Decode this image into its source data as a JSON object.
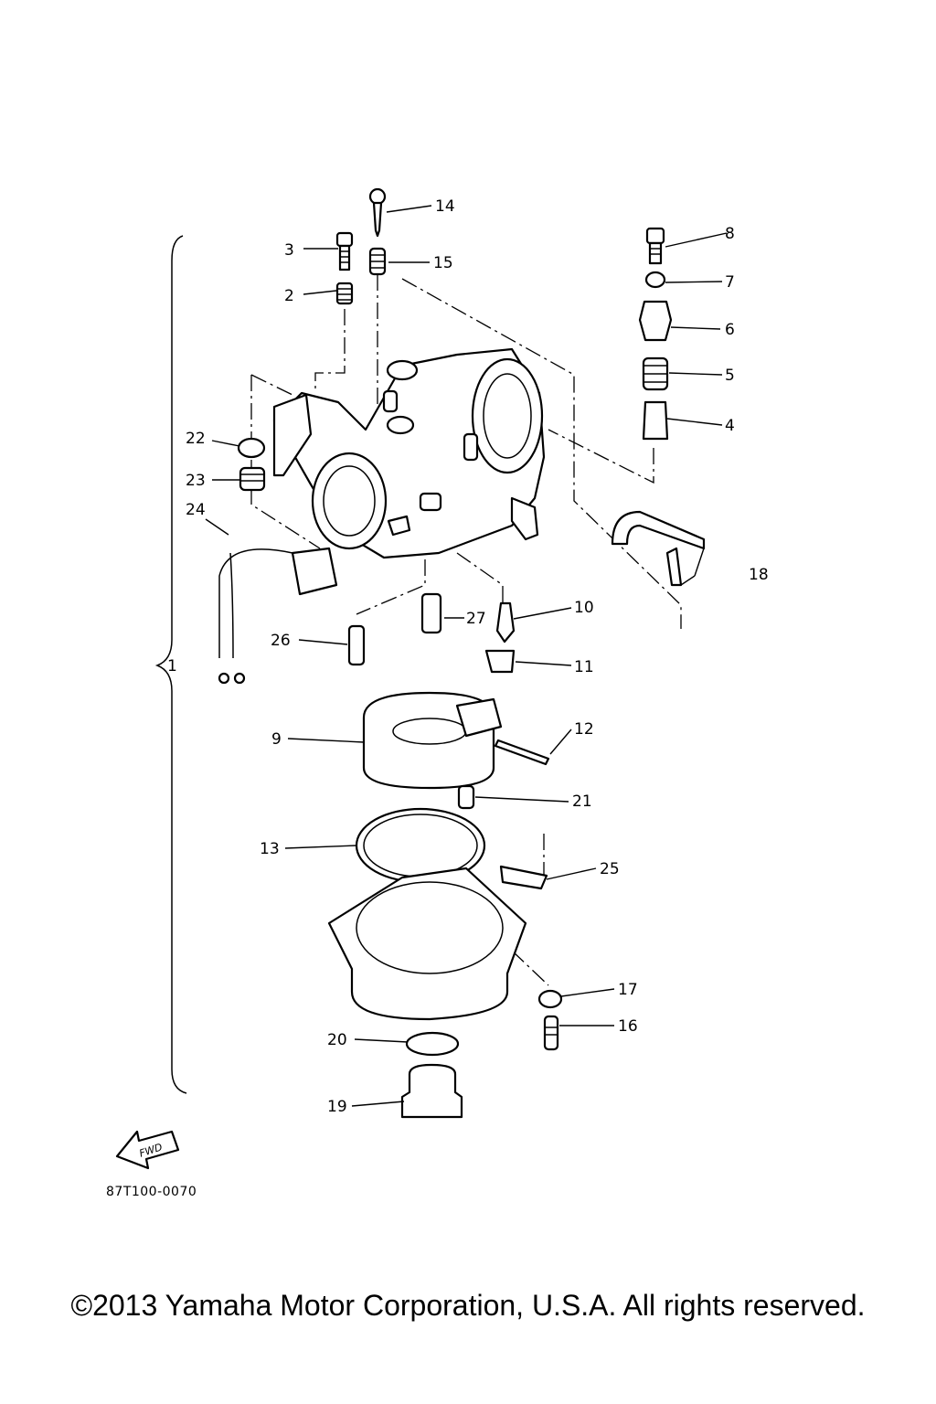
{
  "diagram": {
    "assembly_label": "1",
    "fwd_label": "FWD",
    "parts": [
      {
        "id": "p2",
        "label": "2"
      },
      {
        "id": "p3",
        "label": "3"
      },
      {
        "id": "p4",
        "label": "4"
      },
      {
        "id": "p5",
        "label": "5"
      },
      {
        "id": "p6",
        "label": "6"
      },
      {
        "id": "p7",
        "label": "7"
      },
      {
        "id": "p8",
        "label": "8"
      },
      {
        "id": "p9",
        "label": "9"
      },
      {
        "id": "p10",
        "label": "10"
      },
      {
        "id": "p11",
        "label": "11"
      },
      {
        "id": "p12",
        "label": "12"
      },
      {
        "id": "p13",
        "label": "13"
      },
      {
        "id": "p14",
        "label": "14"
      },
      {
        "id": "p15",
        "label": "15"
      },
      {
        "id": "p16",
        "label": "16"
      },
      {
        "id": "p17",
        "label": "17"
      },
      {
        "id": "p18",
        "label": "18"
      },
      {
        "id": "p19",
        "label": "19"
      },
      {
        "id": "p20",
        "label": "20"
      },
      {
        "id": "p21",
        "label": "21"
      },
      {
        "id": "p22",
        "label": "22"
      },
      {
        "id": "p23",
        "label": "23"
      },
      {
        "id": "p24",
        "label": "24"
      },
      {
        "id": "p25",
        "label": "25"
      },
      {
        "id": "p26",
        "label": "26"
      },
      {
        "id": "p27",
        "label": "27"
      }
    ]
  },
  "footer": {
    "drawing_number": "87T100-0070",
    "copyright": "©2013 Yamaha Motor Corporation, U.S.A. All rights reserved."
  }
}
